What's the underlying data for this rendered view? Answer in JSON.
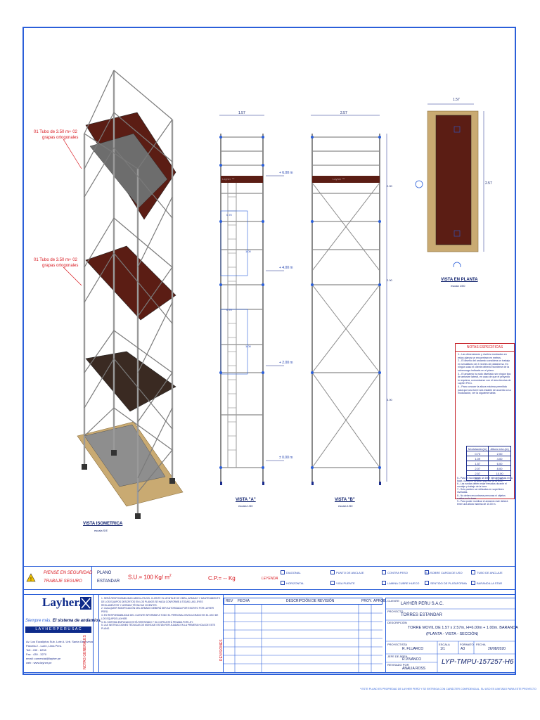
{
  "views": {
    "iso": {
      "title": "VISTA ISOMETRICA",
      "scale": "escala S/E"
    },
    "a": {
      "title": "VISTA \"A\"",
      "scale": "escala 1/50"
    },
    "b": {
      "title": "VISTA \"B\"",
      "scale": "escala 1/50"
    },
    "plan": {
      "title": "VISTA EN PLANTA",
      "scale": "escala 1/50"
    }
  },
  "iso_callouts": [
    {
      "line1": "01 Tubo de 3.50 m+ 02",
      "line2": "grapas ortogonales"
    },
    {
      "line1": "01 Tubo de 3.50 m+ 02",
      "line2": "grapas ortogonales"
    }
  ],
  "dimensions": {
    "width_a": "1.57",
    "width_b": "2.57",
    "plan_top": "1.57",
    "plan_side": "2.57",
    "heights_b": [
      "2.00",
      "2.00",
      "3.00"
    ],
    "levels": [
      "+ 6.00 m",
      "+ 4.00 m",
      "+ 2.00 m",
      "± 0.00 m"
    ],
    "inner_a": [
      "0.70",
      "1.00",
      "0.70",
      "1.00"
    ]
  },
  "platform_label": "Layher ™",
  "notes": {
    "title": "NOTAS ESPECIFICAS",
    "items": [
      "1.- Las dimensiones y niveles mostrados en estos planos se encuentran en metros.",
      "2.- El diseño del andamio considera un trabajo en simultáneo de 2 niveles de plataforma. En ningún caso el cliente deberá excederse de la sobrecarga indicada en el plano.",
      "3.- El andamio ha sido diseñado sin ningún tipo de arriostre lateral, en caso de que el proyecto lo requiera, comunicarse con el área técnica de Layher Perú.",
      "4.- Para conocer la altura máxima permitida para que una torre sea estable de acuerdo a su modulación, ver la siguiente tabla:"
    ],
    "table_headers": [
      "Modulación(m)",
      "Altura máx.(m)"
    ],
    "table_rows": [
      [
        "0.73",
        "2.00"
      ],
      [
        "1.09",
        "4.00"
      ],
      [
        "1.57",
        "6.00"
      ],
      [
        "2.07",
        "8.00"
      ],
      [
        "2.57",
        "10.00"
      ],
      [
        "3.07",
        "12.00"
      ]
    ],
    "items_after": [
      "5.- Para el movimiento se debe ejercer fuerzas en la base, nunca en la parte superior de la torre.",
      "6.- Las ruedas deben estar frenadas durante el montaje y trabajo de la torre.",
      "7.- Solo pueden ser utilizadas en superficies niveladas.",
      "8.- No deben encontrarse personas ni objetos sueltos en la torre.",
      "9.- Para poder movilizar el andamio este deberá tener una altura máxima de 10.00 m."
    ]
  },
  "bar": {
    "safety1": "PIENSE EN SEGURIDAD",
    "safety2": "TRABAJE SEGURO",
    "plano1": "PLANO",
    "plano2": "ESTANDAR",
    "su": "S.U.= 100 Kg/ m",
    "su_sup": "2",
    "cp": "C.P.= -- Kg",
    "leyenda": "LEYENDA"
  },
  "legend": [
    {
      "code": "",
      "label": "DIAGONAL"
    },
    {
      "code": "",
      "label": "PUNTO DE ANCLAJE"
    },
    {
      "code": "",
      "label": "CONTRA PESO"
    },
    {
      "code": "S.U",
      "label": "SOBRE CARGA DE USO"
    },
    {
      "code": "",
      "label": "TUBO DE ANCLAJE"
    },
    {
      "code": "",
      "label": "HORIZONTAL"
    },
    {
      "code": "",
      "label": "VIGA PUENTE"
    },
    {
      "code": "",
      "label": "LAMINA CUBRE HUECO"
    },
    {
      "code": "",
      "label": "SENTIDO DE PLATAFORMA"
    },
    {
      "code": "",
      "label": "BARANDILLA STAR"
    }
  ],
  "company": {
    "logo": "Layher.",
    "slogan1": "Siempre más.",
    "slogan2": "El sistema de andamios.",
    "name": "L A Y H E R   P E R U   S A C",
    "address": [
      "Av. Los Eucaliptos Sub. Lote A. Urb. Santa Genoveva",
      "Parcela 2 - Lurín, Lima Perú.",
      "Telf.: 430 - 6238",
      "Fax : 430 - 3270",
      "email: comercial@layher.pe",
      "web : www.layher.pe"
    ]
  },
  "general_notes_label": "NOTAS GENERALES",
  "general_notes": [
    "1. SERÁ RESPONSABILIDAD ABSOLUTA DEL CLIENTE EL MONTAJE DE OBRA, ARMADO Y MANTENIMIENTO DE LOS EQUIPOS DESCRITOS EN LOS PLANOS SE HAGA CONFORME A TODAS LAS LEYES REGLAMENTOS Y NORMAS TÉCNICAS VIGENTES.",
    "2. CUALQUIER MODIFICACIÓN DEL ARMADO DEBERÁ SER AUTORIZADA POR ESCRITO POR LAYHER PERÚ.",
    "3. ES RESPONSABILIDAD DEL CLIENTE INFORMAR A TODO EL PERSONAL INVOLUCRADO EN EL USO DE LOS EQUIPOS LAYHER.",
    "4. EL SISTEMA EMPLEADO ESTÁ PATENTADO Y SU COPIA ESTÁ PENADA POR LEY.",
    "5. LAS INSTRUCCIONES TÉCNICAS DE MONTAJE ESTÁN REFLEJADAS EN LA PRIMERA HOJA DE ESTE PLANO."
  ],
  "revisions_label": "REVISIONES",
  "revision_headers": [
    "REV",
    "FECHA",
    "DESCRIPCIÓN DE REVISIÓN",
    "PROY.",
    "APROB."
  ],
  "title_block": {
    "company_label": "CLIENTE",
    "company": "LAYHER PERU S.A.C.",
    "project_label": "PROYECTO",
    "project": "TORRES ESTANDAR",
    "desc_label": "DESCRIPCIÓN",
    "desc1": "TORRE MOVIL DE 1.57 x 2.57m, H=6.00m + 1.00m. BARANDA",
    "desc2": "(PLANTA - VISTA - SECCIÓN)",
    "proj_label": "PROYECTISTA",
    "proj": "R. FLUARCO",
    "scale_label": "ESCALA",
    "scale": "1/1",
    "format_label": "FORMATO",
    "format": "A3",
    "date_label": "FECHA",
    "date": "26/08/2020",
    "boss_label": "JEFE DE ÁREA",
    "boss": "R.VIVANCO",
    "rev_label": "REVISADO POR",
    "rev": "ANALIA ROSS",
    "code": "LYP-TMPU-157257-H6"
  },
  "footer": "* ESTE PLANO ES PROPIEDAD DE LAYHER PERÚ Y SE ENTREGA CON CARÁCTER CONFIDENCIAL. SU USO ES LIMITADO PARA ESTE PROYECTO"
}
